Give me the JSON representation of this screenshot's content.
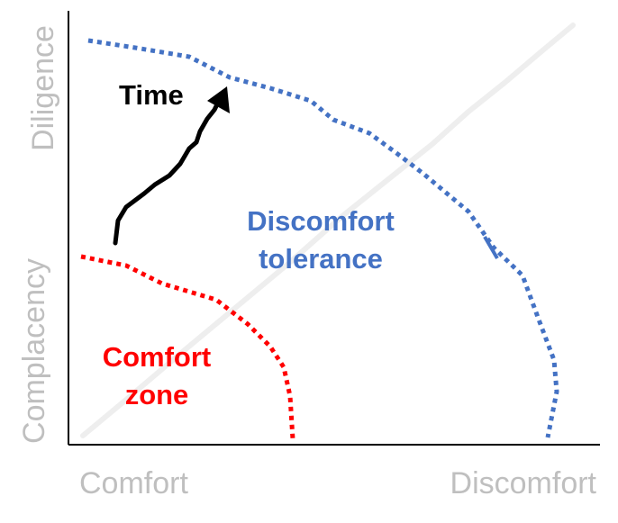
{
  "axes": {
    "y_top_label": "Diligence",
    "y_bottom_label": "Complacency",
    "x_left_label": "Comfort",
    "x_right_label": "Discomfort"
  },
  "labels": {
    "time": "Time",
    "discomfort_line1": "Discomfort",
    "discomfort_line2": "tolerance",
    "comfort_line1": "Comfort",
    "comfort_line2": "zone"
  },
  "colors": {
    "axis_text": "#bfbfbf",
    "discomfort": "#4472c4",
    "comfort": "#ff0000",
    "time": "#000000",
    "diagonal": "#eeeeee"
  }
}
